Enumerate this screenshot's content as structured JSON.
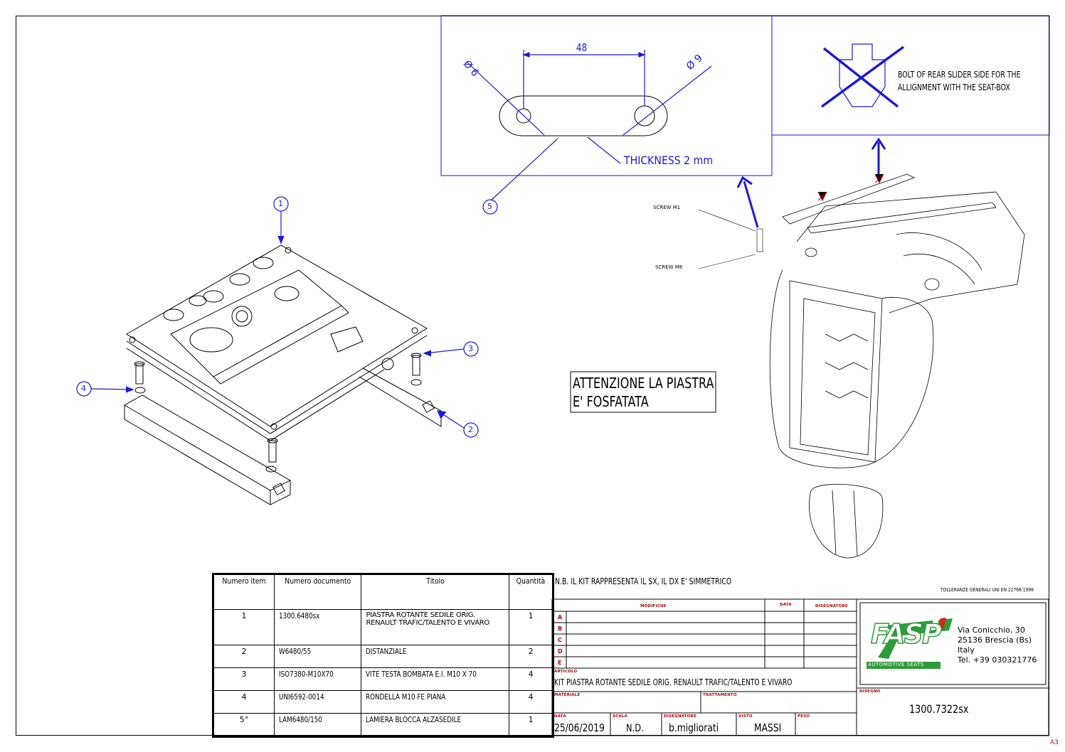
{
  "callouts": [
    "1",
    "2",
    "3",
    "4",
    "5"
  ],
  "detail": {
    "dim_48": "48",
    "dia_6": "Ø 6",
    "dia_9": "Ø 9",
    "thickness": "THICKNESS 2 mm"
  },
  "bolt_note": {
    "line1": "BOLT OF  REAR SLIDER SIDE FOR THE",
    "line2": "ALLIGNMENT WITH THE SEAT-BOX"
  },
  "screw_labels": [
    "SCREW M1",
    "SCREW M8"
  ],
  "warning": {
    "line1": "ATTENZIONE LA PIASTRA",
    "line2": "E' FOSFATATA"
  },
  "bom": {
    "headers": [
      "Numero item",
      "Numero documento",
      "Titolo",
      "Quantità"
    ],
    "rows": [
      {
        "item": "1",
        "doc": "1300.6480sx",
        "title": "PIASTRA ROTANTE SEDILE ORIG. RENAULT TRAFIC/TALENTO E VIVARO",
        "qty": "1"
      },
      {
        "item": "2",
        "doc": "W6480/55",
        "title": "DISTANZIALE",
        "qty": "2"
      },
      {
        "item": "3",
        "doc": "ISO7380-M10X70",
        "title": "VITE TESTA BOMBATA E.I. M10 X 70",
        "qty": "4"
      },
      {
        "item": "4",
        "doc": "UNI6592-0014",
        "title": "RONDELLA M10 FE PIANA",
        "qty": "4"
      },
      {
        "item": "5°",
        "doc": "LAM6480/150",
        "title": "LAMIERA BLOCCA ALZASEDILE",
        "qty": "1"
      }
    ]
  },
  "nb_note": "N.B. IL KIT RAPPRESENTA IL SX, IL DX E' SIMMETRICO",
  "tolerance": "TOLLERANZE GENERALI UNI EN 22768:1996",
  "title_block": {
    "modifiche": "MODIFICHE",
    "data_col": "DATA",
    "disegnatore_col": "DISEGNATORE",
    "rev_letters": [
      "A",
      "B",
      "C",
      "D",
      "E"
    ],
    "articolo_label": "ARTICOLO",
    "articolo": "KIT PIASTRA ROTANTE SEDILE ORIG. RENAULT TRAFIC/TALENTO E VIVARO",
    "materiale_label": "MATERIALE",
    "trattamento_label": "TRATTAMENTO",
    "disegno_label": "DISEGNO",
    "disegno": "1300.7322sx",
    "data_label": "DATA",
    "data": "25/06/2019",
    "scala_label": "SCALA",
    "scala": "N.D.",
    "disegnatore_label": "DISEGNATORE",
    "disegnatore": "b.migliorati",
    "visto_label": "VISTO",
    "visto": "MASSI",
    "peso_label": "PESO"
  },
  "company": {
    "logo_text": "FASP",
    "logo_sub": "AUTOMOTIVE SEATS",
    "address1": "Via Conicchio, 30",
    "address2": "25136 Brescia (Bs)",
    "address3": "Italy",
    "phone": "Tel. +39 030321776",
    "brand_green": "#2e9b3a"
  },
  "sheet_size": "A3"
}
